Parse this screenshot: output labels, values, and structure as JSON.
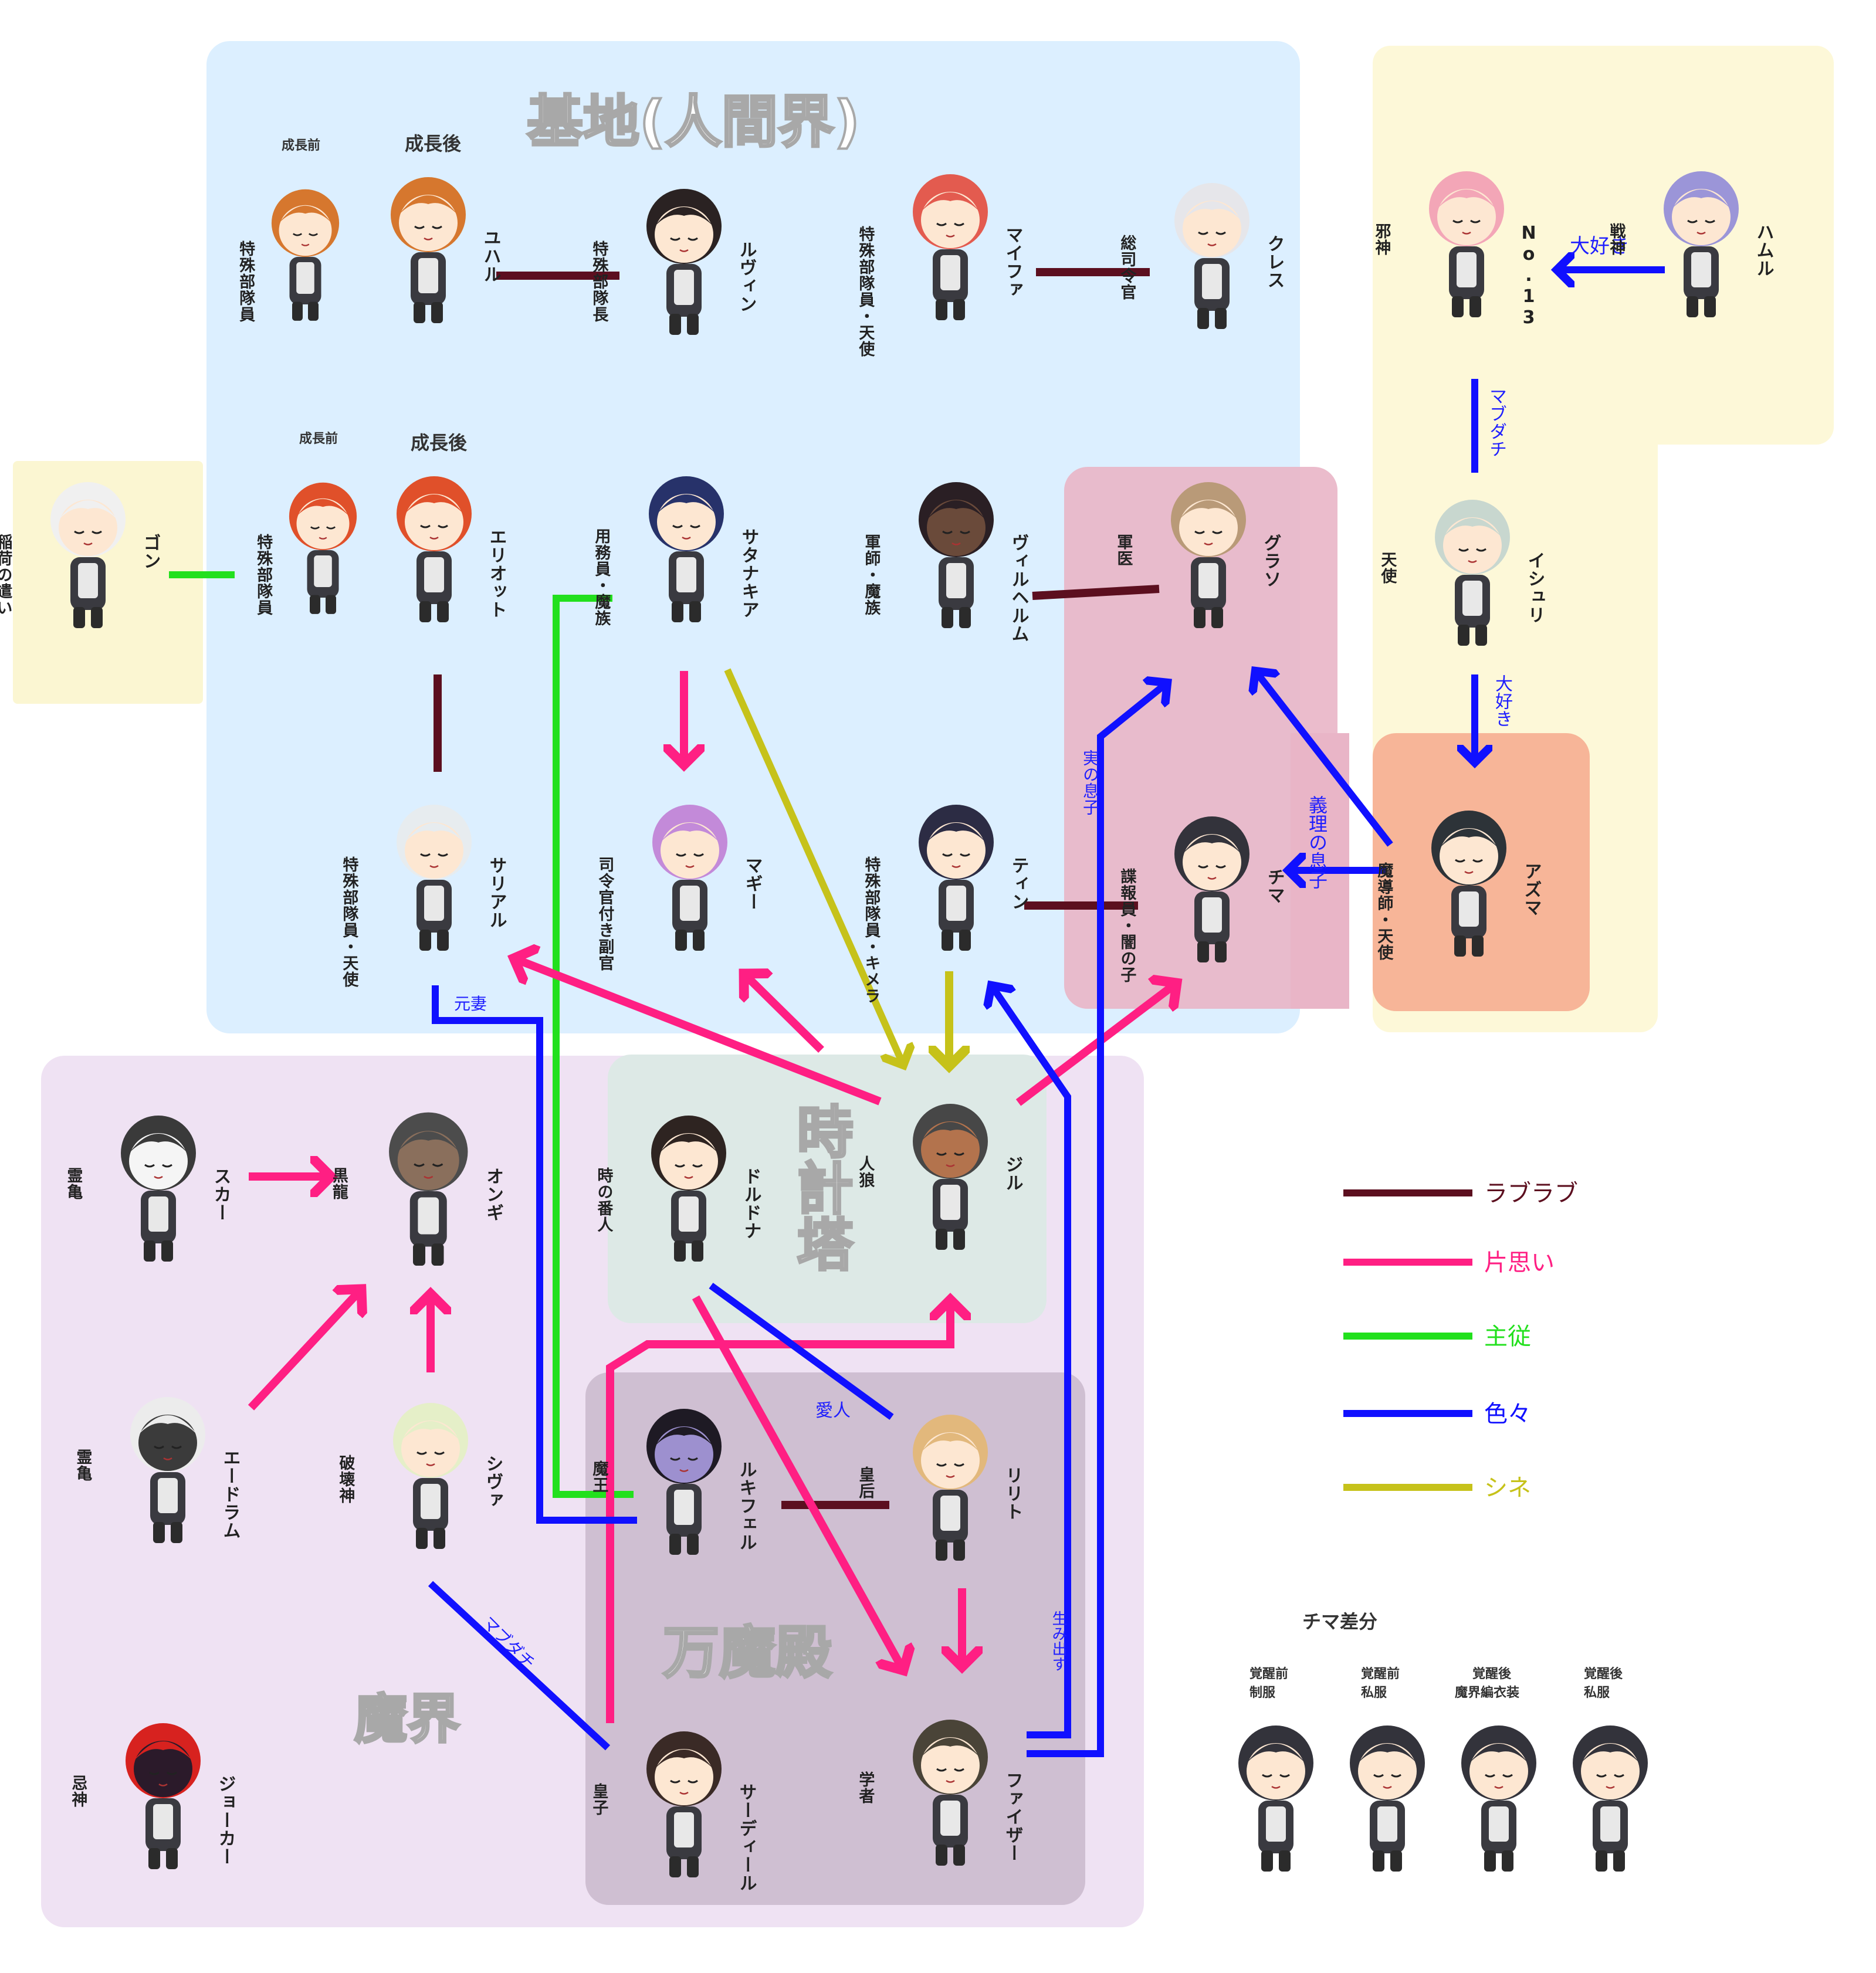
{
  "colors": {
    "base_region": "#dcefff",
    "tenkai_region": "#fdf8d8",
    "tenkai_inner": "#f6a98d",
    "kitsune_region": "#fbf6d2",
    "makai_region": "#efe2f3",
    "tokei_region": "#dde9e6",
    "banma_region": "#cfbfd2",
    "chima_region": "#e9b5c7",
    "love": "#5c0f1f",
    "one_sided": "#ff1f83",
    "master_servant": "#22e01d",
    "various": "#1010ff",
    "death": "#c6c21a"
  },
  "regions": {
    "base": "基地(人間界)",
    "clocktower": "時計塔",
    "palace": "万魔殿",
    "underworld": "魔界"
  },
  "characters": [
    {
      "id": "yuhal_before",
      "name": "",
      "role": "特殊部隊員",
      "note": "成長前",
      "hair": "#d6772e",
      "face": "#fde7d2"
    },
    {
      "id": "yuhal_after",
      "name": "ユハル",
      "role": "",
      "note": "成長後",
      "hair": "#d6772e",
      "face": "#fde7d2"
    },
    {
      "id": "luvin",
      "name": "ルヴィン",
      "role": "特殊部隊長",
      "note": "",
      "hair": "#2a2222",
      "face": "#fde7d2"
    },
    {
      "id": "maifa",
      "name": "マイファ",
      "role": "特殊部隊員・天使",
      "note": "",
      "hair": "#e35b4f",
      "face": "#fde7d2"
    },
    {
      "id": "cres",
      "name": "クレス",
      "role": "総司令官",
      "note": "",
      "hair": "#e6e6ea",
      "face": "#fde7d2"
    },
    {
      "id": "no13",
      "name": "No.13",
      "role": "邪神",
      "note": "",
      "hair": "#f3a6b7",
      "face": "#fde7d2"
    },
    {
      "id": "hamul",
      "name": "ハムル",
      "role": "戦神",
      "note": "",
      "hair": "#9b95d8",
      "face": "#fde7d2"
    },
    {
      "id": "gon",
      "name": "ゴン",
      "role": "稲荷の遣い",
      "note": "",
      "hair": "#f0f0f0",
      "face": "#fde7d2"
    },
    {
      "id": "eliot_before",
      "name": "",
      "role": "特殊部隊員",
      "note": "成長前",
      "hair": "#e0502a",
      "face": "#fde7d2"
    },
    {
      "id": "eliot_after",
      "name": "エリオット",
      "role": "",
      "note": "成長後",
      "hair": "#e0502a",
      "face": "#fde7d2"
    },
    {
      "id": "satanakia",
      "name": "サタナキア",
      "role": "用務員・魔族",
      "note": "",
      "hair": "#27326a",
      "face": "#fde7d2"
    },
    {
      "id": "wilhelm",
      "name": "ヴィルヘルム",
      "role": "軍師・魔族",
      "note": "",
      "hair": "#2a1f24",
      "face": "#6a4a3a"
    },
    {
      "id": "graso",
      "name": "グラソ",
      "role": "軍医",
      "note": "",
      "hair": "#b99a78",
      "face": "#fde7d2"
    },
    {
      "id": "ishuri",
      "name": "イシュリ",
      "role": "天使",
      "note": "",
      "hair": "#c8d7cf",
      "face": "#fde7d2"
    },
    {
      "id": "sarial",
      "name": "サリアル",
      "role": "特殊部隊員・天使",
      "note": "",
      "hair": "#e7ecef",
      "face": "#fde7d2"
    },
    {
      "id": "maggie",
      "name": "マギー",
      "role": "司令官付き副官",
      "note": "",
      "hair": "#c38ad9",
      "face": "#fde7d2"
    },
    {
      "id": "tin",
      "name": "ティン",
      "role": "特殊部隊員・キメラ",
      "note": "",
      "hair": "#2c2c44",
      "face": "#fde7d2"
    },
    {
      "id": "chima",
      "name": "チマ",
      "role": "諜報員・闇の子",
      "note": "",
      "hair": "#33333b",
      "face": "#fde7d2"
    },
    {
      "id": "azuma",
      "name": "アズマ",
      "role": "魔導師・天使",
      "note": "",
      "hair": "#2d3338",
      "face": "#fde7d2"
    },
    {
      "id": "skar",
      "name": "スカー",
      "role": "霊亀",
      "note": "",
      "hair": "#3a3a3a",
      "face": "#f5f5f5"
    },
    {
      "id": "ongi",
      "name": "オンギ",
      "role": "黒龍",
      "note": "",
      "hair": "#4c4c4c",
      "face": "#8a6f5c"
    },
    {
      "id": "dorudona",
      "name": "ドルドナ",
      "role": "時の番人",
      "note": "",
      "hair": "#2e2421",
      "face": "#fde7d2"
    },
    {
      "id": "jil",
      "name": "ジル",
      "role": "人狼",
      "note": "",
      "hair": "#474747",
      "face": "#b3734d"
    },
    {
      "id": "edoram",
      "name": "エードラム",
      "role": "霊亀",
      "note": "",
      "hair": "#ececec",
      "face": "#3b3b3b"
    },
    {
      "id": "shiva",
      "name": "シヴァ",
      "role": "破壊神",
      "note": "",
      "hair": "#e5efc8",
      "face": "#fde7d2"
    },
    {
      "id": "lucifel",
      "name": "ルキフェル",
      "role": "魔王",
      "note": "",
      "hair": "#1e1a24",
      "face": "#9d90cf"
    },
    {
      "id": "lilith",
      "name": "リリト",
      "role": "皇后",
      "note": "",
      "hair": "#e2b87c",
      "face": "#fde7d2"
    },
    {
      "id": "joker",
      "name": "ジョーカー",
      "role": "忌神",
      "note": "",
      "hair": "#d7221f",
      "face": "#2b1a2a"
    },
    {
      "id": "sardiel",
      "name": "サーディール",
      "role": "皇子",
      "note": "",
      "hair": "#3a2a26",
      "face": "#fde7d2"
    },
    {
      "id": "phaiser",
      "name": "ファイザー",
      "role": "学者",
      "note": "",
      "hair": "#4a4438",
      "face": "#fde7d2"
    }
  ],
  "annotations": {
    "daisuki_top": "大好き",
    "madadachi_top": "マブダチ",
    "daisuki_side": "大好き",
    "giri_musuko": "義理の息子",
    "jitsu_musuko": "実の息子",
    "motozuma": "元妻",
    "aijin": "愛人",
    "madadachi_bottom": "マブダチ",
    "umidasu": "生み出す"
  },
  "legend": [
    {
      "label": "ラブラブ",
      "color": "#5c0f1f"
    },
    {
      "label": "片思い",
      "color": "#ff1f83"
    },
    {
      "label": "主従",
      "color": "#22e01d"
    },
    {
      "label": "色々",
      "color": "#1010ff"
    },
    {
      "label": "シネ",
      "color": "#c6c21a"
    }
  ],
  "chima_variants": {
    "title": "チマ差分",
    "items": [
      {
        "line1": "覚醒前",
        "line2": "制服"
      },
      {
        "line1": "覚醒前",
        "line2": "私服"
      },
      {
        "line1": "覚醒後",
        "line2": "魔界編衣装"
      },
      {
        "line1": "覚醒後",
        "line2": "私服"
      }
    ]
  }
}
